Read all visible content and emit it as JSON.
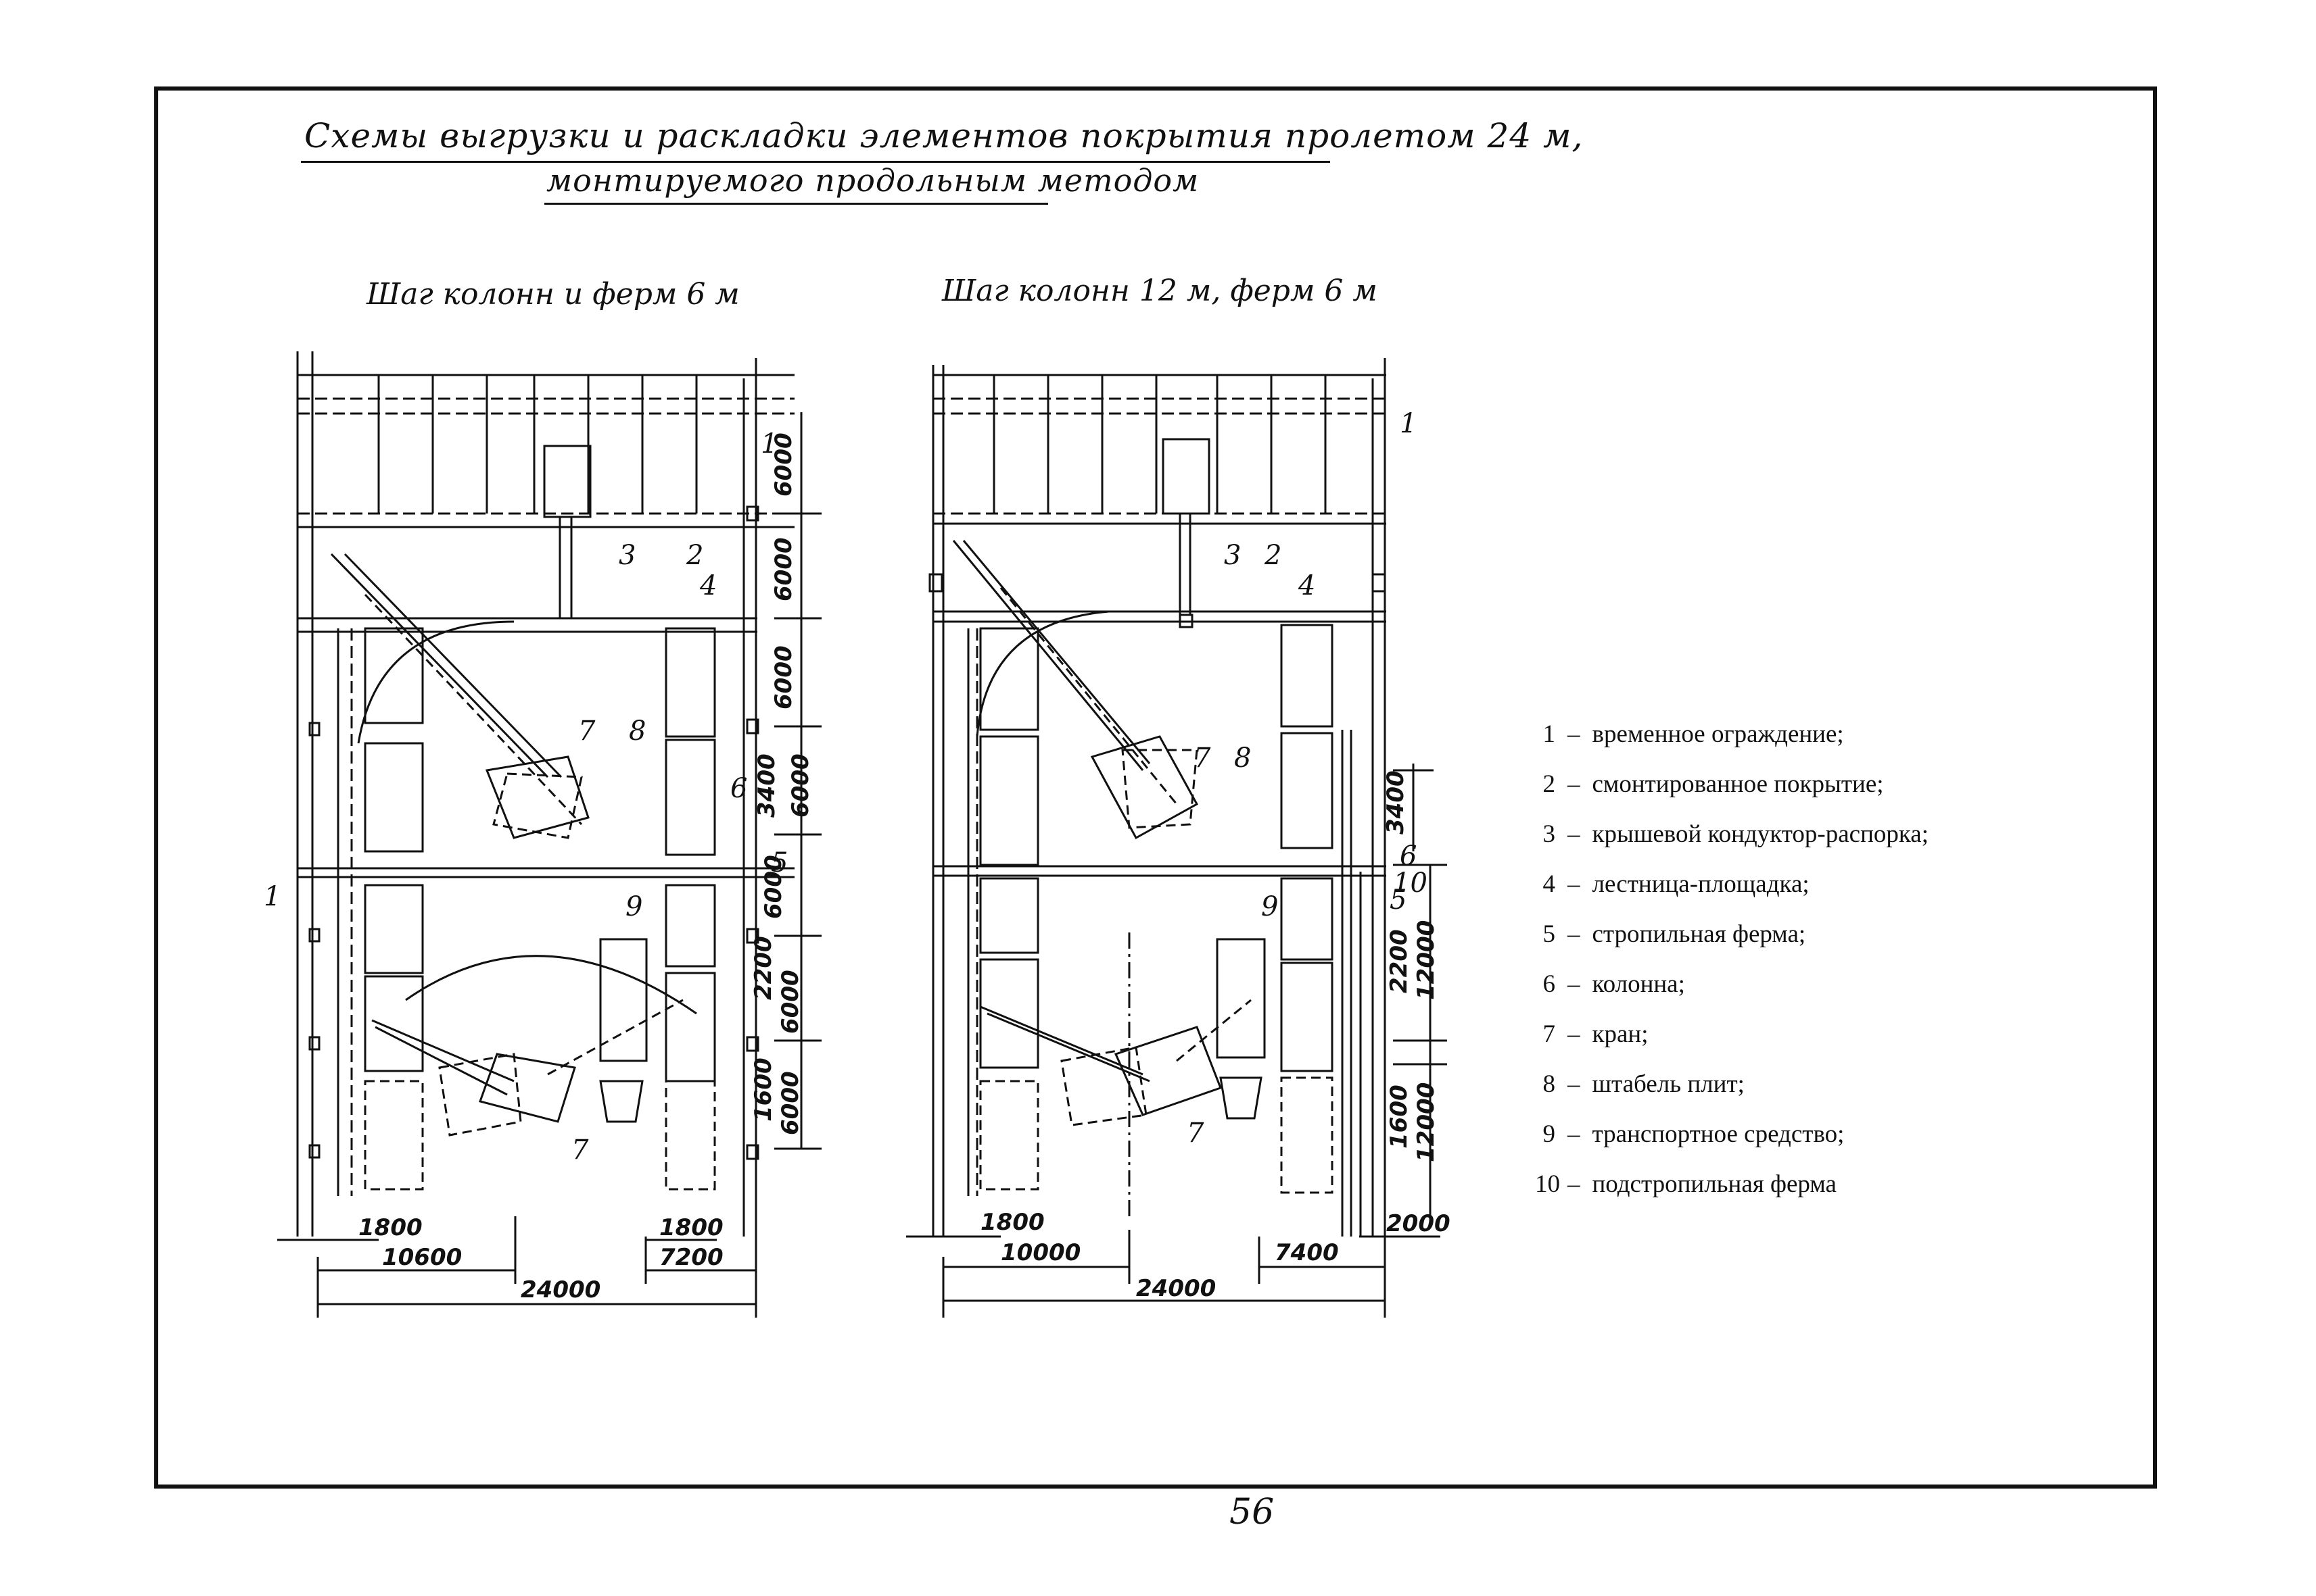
{
  "title": {
    "line1": "Схемы выгрузки и раскладки элементов покрытия пролетом 24 м,",
    "line2": "монтируемого продольным методом"
  },
  "schemes": [
    {
      "subtitle": "Шаг колонн и ферм 6 м"
    },
    {
      "subtitle": "Шаг колонн 12 м, ферм 6 м"
    }
  ],
  "left_dims": {
    "vertical": [
      "6000",
      "6000",
      "6000",
      "6000",
      "3400",
      "6000",
      "2200",
      "6000",
      "1600",
      "6000"
    ],
    "bottom_small_left": "1800",
    "bottom_mid_left": "10600",
    "bottom_small_right": "1800",
    "bottom_mid_right": "7200",
    "total": "24000"
  },
  "right_dims": {
    "vertical": [
      "3400",
      "2200",
      "12000",
      "1600",
      "12000"
    ],
    "bottom_small_left": "1800",
    "bottom_mid_left": "10000",
    "bottom_mid_right": "7400",
    "bottom_small_right": "2000",
    "total": "24000"
  },
  "callouts_left": [
    "1",
    "2",
    "3",
    "4",
    "5",
    "6",
    "7",
    "7",
    "8",
    "9",
    "1"
  ],
  "callouts_right": [
    "1",
    "2",
    "3",
    "4",
    "5",
    "6",
    "10",
    "7",
    "7",
    "8",
    "9"
  ],
  "legend": [
    {
      "num": "1",
      "sep": "–",
      "text": "временное ограждение;"
    },
    {
      "num": "2",
      "sep": "–",
      "text": "смонтированное покрытие;"
    },
    {
      "num": "3",
      "sep": "–",
      "text": "крышевой кондуктор-распорка;"
    },
    {
      "num": "4",
      "sep": "–",
      "text": "лестница-площадка;"
    },
    {
      "num": "5",
      "sep": "–",
      "text": "стропильная ферма;"
    },
    {
      "num": "6",
      "sep": "–",
      "text": "колонна;"
    },
    {
      "num": "7",
      "sep": "–",
      "text": "кран;"
    },
    {
      "num": "8",
      "sep": "–",
      "text": "штабель плит;"
    },
    {
      "num": "9",
      "sep": "–",
      "text": "транспортное средство;"
    },
    {
      "num": "10",
      "sep": "–",
      "text": "подстропильная ферма"
    }
  ],
  "page_number": "56"
}
